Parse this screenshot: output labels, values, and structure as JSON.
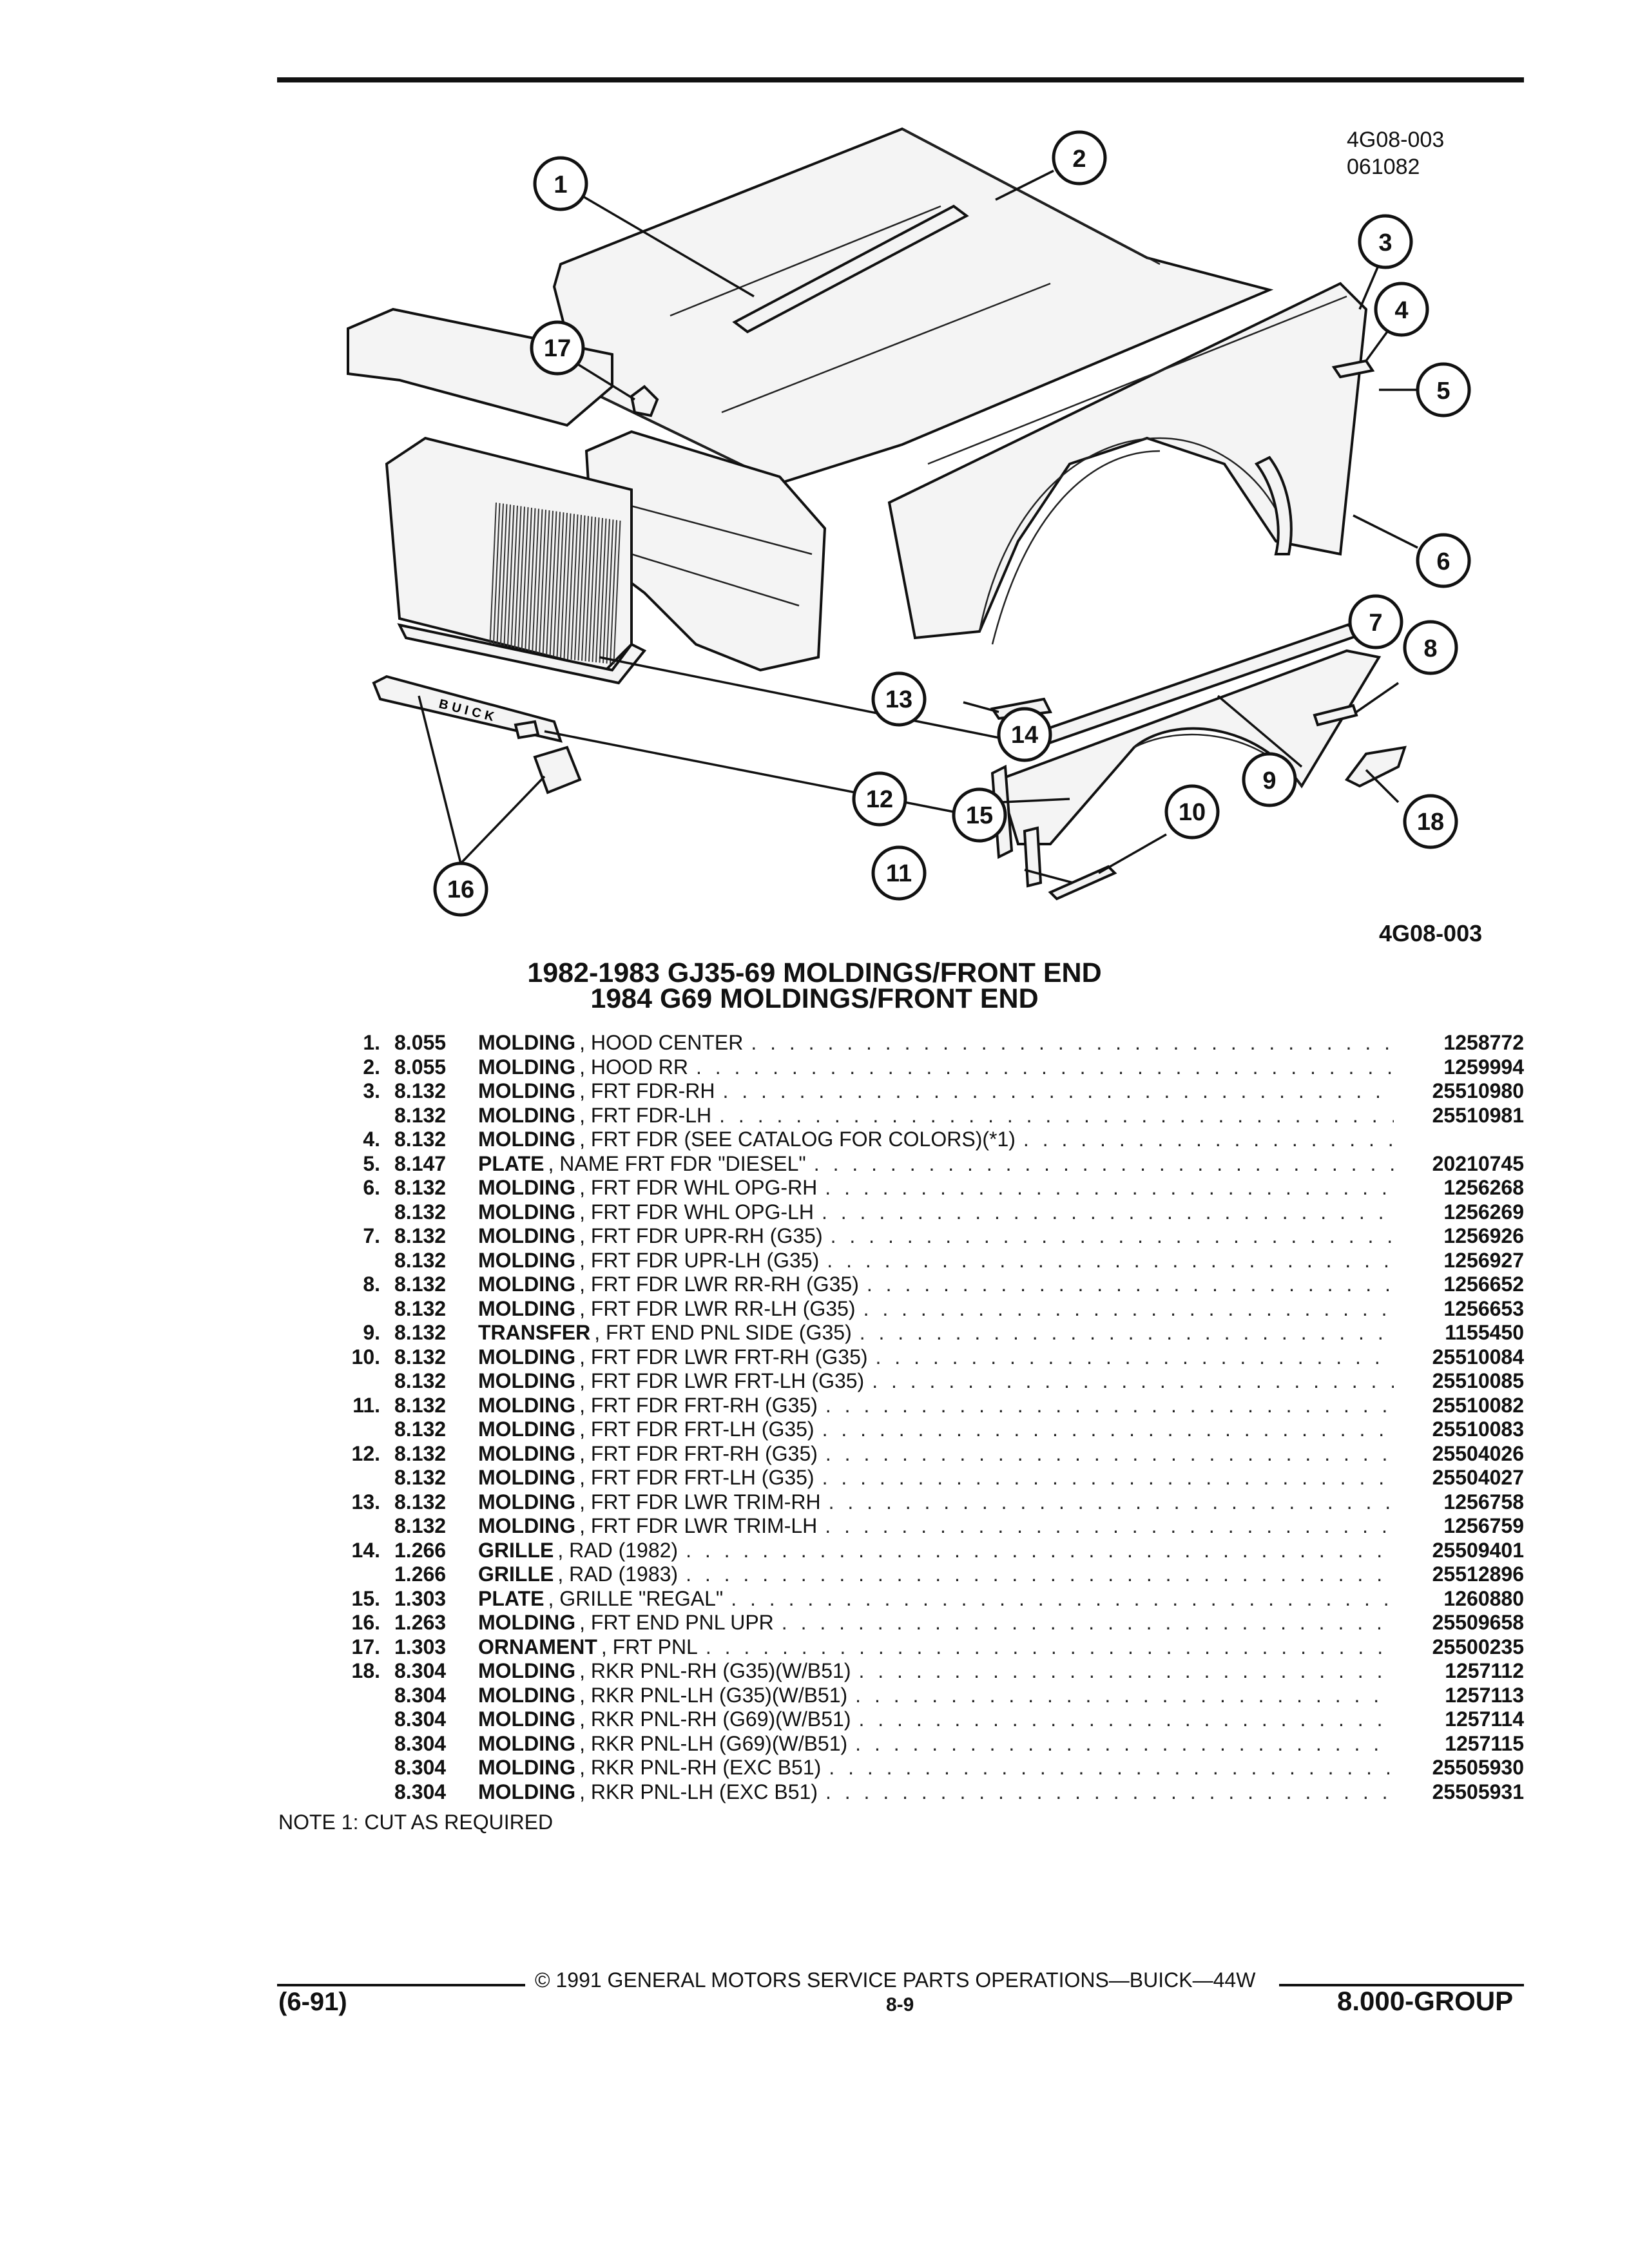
{
  "header": {
    "fig_code": "4G08-003",
    "fig_date": "061082",
    "fig_code_bottom": "4G08-003"
  },
  "titles": {
    "line1": "1982-1983 GJ35-69 MOLDINGS/FRONT END",
    "line2": "1984 G69 MOLDINGS/FRONT END"
  },
  "callouts": [
    "1",
    "2",
    "3",
    "4",
    "5",
    "6",
    "7",
    "8",
    "9",
    "10",
    "11",
    "12",
    "13",
    "14",
    "15",
    "16",
    "17",
    "18"
  ],
  "diagram": {
    "emblem_text": "BUICK"
  },
  "parts": [
    {
      "num": "1.",
      "group": "8.055",
      "name": "MOLDING",
      "desc": ", HOOD CENTER",
      "part": "1258772"
    },
    {
      "num": "2.",
      "group": "8.055",
      "name": "MOLDING",
      "desc": ", HOOD RR",
      "part": "1259994"
    },
    {
      "num": "3.",
      "group": "8.132",
      "name": "MOLDING",
      "desc": ", FRT FDR-RH",
      "part": "25510980"
    },
    {
      "num": "",
      "group": "8.132",
      "name": "MOLDING",
      "desc": ", FRT FDR-LH",
      "part": "25510981"
    },
    {
      "num": "4.",
      "group": "8.132",
      "name": "MOLDING",
      "desc": ", FRT FDR (SEE CATALOG FOR COLORS)(*1)",
      "part": ""
    },
    {
      "num": "5.",
      "group": "8.147",
      "name": "PLATE",
      "desc": ", NAME FRT FDR \"DIESEL\"",
      "part": "20210745"
    },
    {
      "num": "6.",
      "group": "8.132",
      "name": "MOLDING",
      "desc": ", FRT FDR WHL OPG-RH",
      "part": "1256268"
    },
    {
      "num": "",
      "group": "8.132",
      "name": "MOLDING",
      "desc": ", FRT FDR WHL OPG-LH",
      "part": "1256269"
    },
    {
      "num": "7.",
      "group": "8.132",
      "name": "MOLDING",
      "desc": ", FRT FDR UPR-RH (G35)",
      "part": "1256926"
    },
    {
      "num": "",
      "group": "8.132",
      "name": "MOLDING",
      "desc": ", FRT FDR UPR-LH (G35)",
      "part": "1256927"
    },
    {
      "num": "8.",
      "group": "8.132",
      "name": "MOLDING",
      "desc": ", FRT FDR LWR RR-RH (G35)",
      "part": "1256652"
    },
    {
      "num": "",
      "group": "8.132",
      "name": "MOLDING",
      "desc": ", FRT FDR LWR RR-LH (G35)",
      "part": "1256653"
    },
    {
      "num": "9.",
      "group": "8.132",
      "name": "TRANSFER",
      "desc": ", FRT END PNL SIDE (G35)",
      "part": "1155450"
    },
    {
      "num": "10.",
      "group": "8.132",
      "name": "MOLDING",
      "desc": ", FRT FDR LWR FRT-RH (G35)",
      "part": "25510084"
    },
    {
      "num": "",
      "group": "8.132",
      "name": "MOLDING",
      "desc": ", FRT FDR LWR FRT-LH (G35)",
      "part": "25510085"
    },
    {
      "num": "11.",
      "group": "8.132",
      "name": "MOLDING",
      "desc": ", FRT FDR FRT-RH (G35)",
      "part": "25510082"
    },
    {
      "num": "",
      "group": "8.132",
      "name": "MOLDING",
      "desc": ", FRT FDR FRT-LH (G35)",
      "part": "25510083"
    },
    {
      "num": "12.",
      "group": "8.132",
      "name": "MOLDING",
      "desc": ", FRT FDR FRT-RH (G35)",
      "part": "25504026"
    },
    {
      "num": "",
      "group": "8.132",
      "name": "MOLDING",
      "desc": ", FRT FDR FRT-LH (G35)",
      "part": "25504027"
    },
    {
      "num": "13.",
      "group": "8.132",
      "name": "MOLDING",
      "desc": ", FRT FDR LWR TRIM-RH",
      "part": "1256758"
    },
    {
      "num": "",
      "group": "8.132",
      "name": "MOLDING",
      "desc": ", FRT FDR LWR TRIM-LH",
      "part": "1256759"
    },
    {
      "num": "14.",
      "group": "1.266",
      "name": "GRILLE",
      "desc": ", RAD (1982)",
      "part": "25509401"
    },
    {
      "num": "",
      "group": "1.266",
      "name": "GRILLE",
      "desc": ", RAD (1983)",
      "part": "25512896"
    },
    {
      "num": "15.",
      "group": "1.303",
      "name": "PLATE",
      "desc": ", GRILLE \"REGAL\"",
      "part": "1260880"
    },
    {
      "num": "16.",
      "group": "1.263",
      "name": "MOLDING",
      "desc": ", FRT END PNL UPR",
      "part": "25509658"
    },
    {
      "num": "17.",
      "group": "1.303",
      "name": "ORNAMENT",
      "desc": ", FRT PNL",
      "part": "25500235"
    },
    {
      "num": "18.",
      "group": "8.304",
      "name": "MOLDING",
      "desc": ", RKR PNL-RH (G35)(W/B51)",
      "part": "1257112"
    },
    {
      "num": "",
      "group": "8.304",
      "name": "MOLDING",
      "desc": ", RKR PNL-LH (G35)(W/B51)",
      "part": "1257113"
    },
    {
      "num": "",
      "group": "8.304",
      "name": "MOLDING",
      "desc": ", RKR PNL-RH (G69)(W/B51)",
      "part": "1257114"
    },
    {
      "num": "",
      "group": "8.304",
      "name": "MOLDING",
      "desc": ", RKR PNL-LH (G69)(W/B51)",
      "part": "1257115"
    },
    {
      "num": "",
      "group": "8.304",
      "name": "MOLDING",
      "desc": ", RKR PNL-RH (EXC B51)",
      "part": "25505930"
    },
    {
      "num": "",
      "group": "8.304",
      "name": "MOLDING",
      "desc": ", RKR PNL-LH (EXC B51)",
      "part": "25505931"
    }
  ],
  "note": "NOTE  1:  CUT AS REQUIRED",
  "footer": {
    "copyright": "© 1991 GENERAL MOTORS SERVICE PARTS OPERATIONS—BUICK—44W",
    "date": "(6-91)",
    "page": "8-9",
    "group": "8.000-GROUP"
  }
}
